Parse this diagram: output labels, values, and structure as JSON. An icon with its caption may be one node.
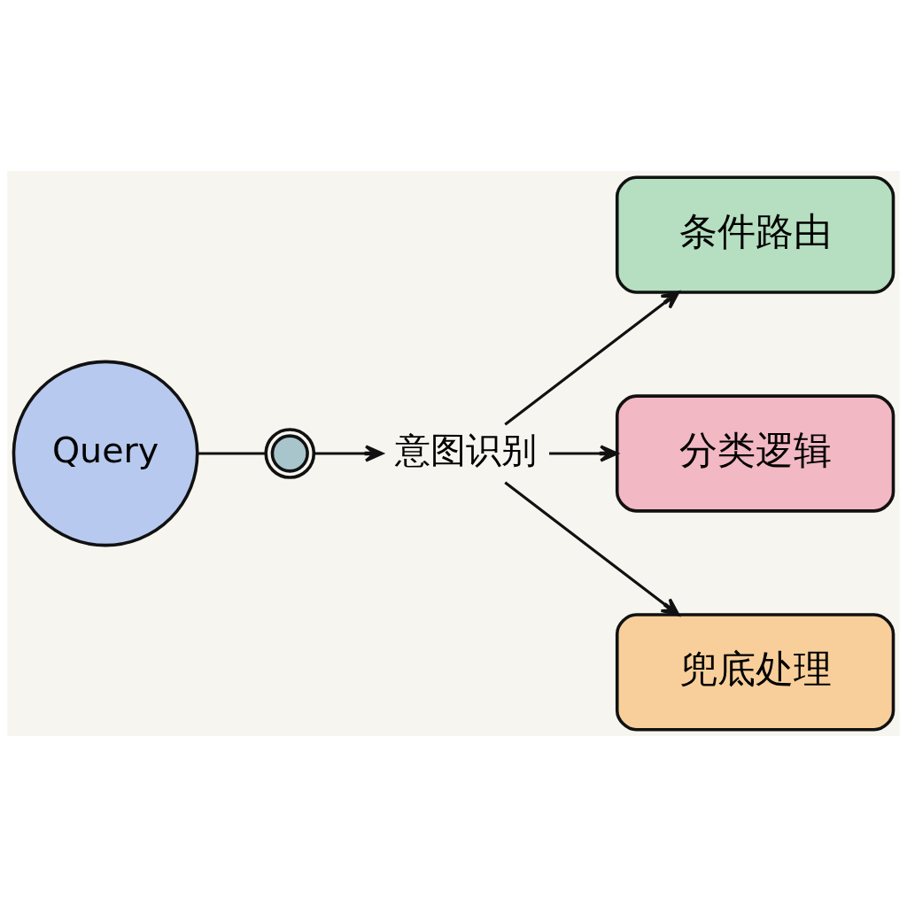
{
  "diagram": {
    "nodes": [
      {
        "text": [
          "Query"
        ]
      },
      {
        "text": [],
        "shape": "gear"
      },
      {
        "text": [
          "意图识别"
        ]
      },
      {
        "text": [
          "条件路由"
        ]
      },
      {
        "text": [
          "分类逻辑"
        ]
      },
      {
        "text": [
          "兜底处理"
        ]
      }
    ],
    "edges": [
      {
        "from": 0,
        "to": 1,
        "arrow": "none"
      },
      {
        "from": 1,
        "to": 2,
        "arrow": "to"
      },
      {
        "from": 2,
        "to": 3,
        "arrow": "to"
      },
      {
        "from": 2,
        "to": 4,
        "arrow": "to"
      },
      {
        "from": 2,
        "to": 5,
        "arrow": "to"
      }
    ]
  }
}
